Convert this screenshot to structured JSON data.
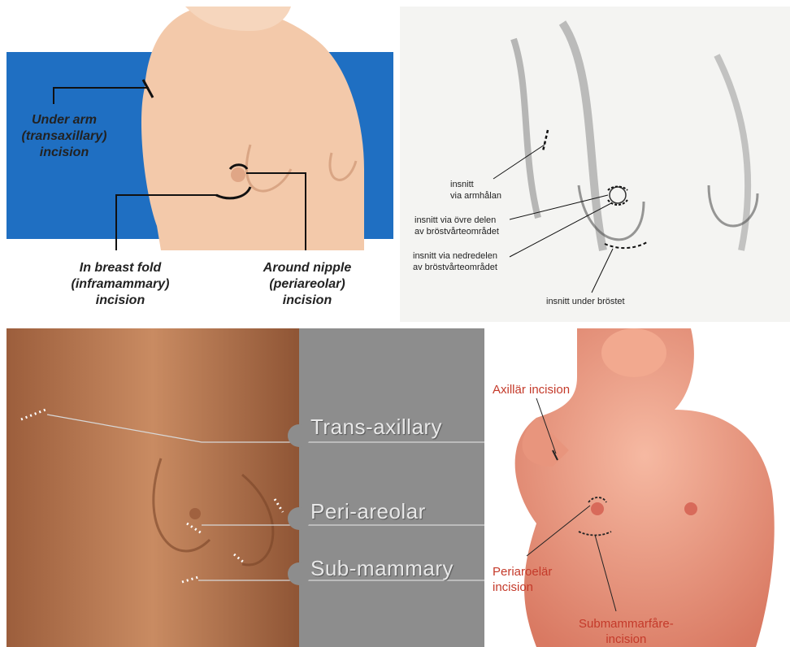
{
  "panel1": {
    "labels": {
      "underarm": "Under arm\n(transaxillary)\nincision",
      "breastfold": "In breast fold\n(inframammary)\nincision",
      "nipple": "Around nipple\n(periareolar)\nincision"
    },
    "colors": {
      "background_band": "#1f6fc2",
      "skin": "#f3c9aa",
      "line": "#111111"
    }
  },
  "panel2": {
    "labels": {
      "armhalan": "insnitt\nvia armhålan",
      "ovre": "insnitt via övre delen\nav bröstvårteområdet",
      "nedre": "insnitt via nedredelen\nav bröstvårteområdet",
      "under": "insnitt under bröstet"
    }
  },
  "panel3": {
    "labels": {
      "trans": "Trans-axillary",
      "peri": "Peri-areolar",
      "sub": "Sub-mammary"
    },
    "colors": {
      "skin": "#c98b62",
      "gray": "#8d8d8d"
    }
  },
  "panel4": {
    "labels": {
      "axillar": "Axillär incision",
      "periaroelar": "Periaroelär\nincision",
      "submammar": "Submammarfåre-\nincision"
    },
    "colors": {
      "label": "#c43a2a",
      "skin": "#f0a890"
    }
  }
}
